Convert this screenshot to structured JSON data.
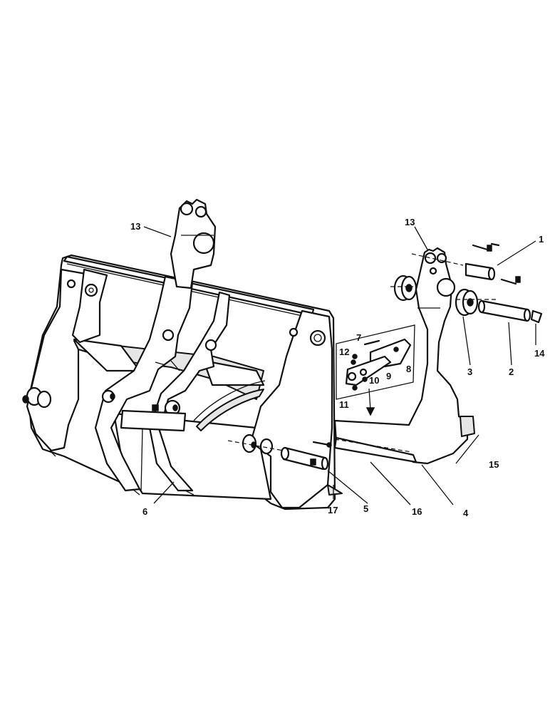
{
  "callouts": [
    {
      "id": "c1",
      "label": "1"
    },
    {
      "id": "c2",
      "label": "2"
    },
    {
      "id": "c3",
      "label": "3"
    },
    {
      "id": "c4",
      "label": "4"
    },
    {
      "id": "c5",
      "label": "5"
    },
    {
      "id": "c6",
      "label": "6"
    },
    {
      "id": "c7",
      "label": "7"
    },
    {
      "id": "c8",
      "label": "8"
    },
    {
      "id": "c9",
      "label": "9"
    },
    {
      "id": "c10",
      "label": "10"
    },
    {
      "id": "c11",
      "label": "11"
    },
    {
      "id": "c12",
      "label": "12"
    },
    {
      "id": "c13a",
      "label": "13"
    },
    {
      "id": "c13b",
      "label": "13"
    },
    {
      "id": "c14",
      "label": "14"
    },
    {
      "id": "c15",
      "label": "15"
    },
    {
      "id": "c16",
      "label": "16"
    },
    {
      "id": "c17",
      "label": "17"
    }
  ]
}
